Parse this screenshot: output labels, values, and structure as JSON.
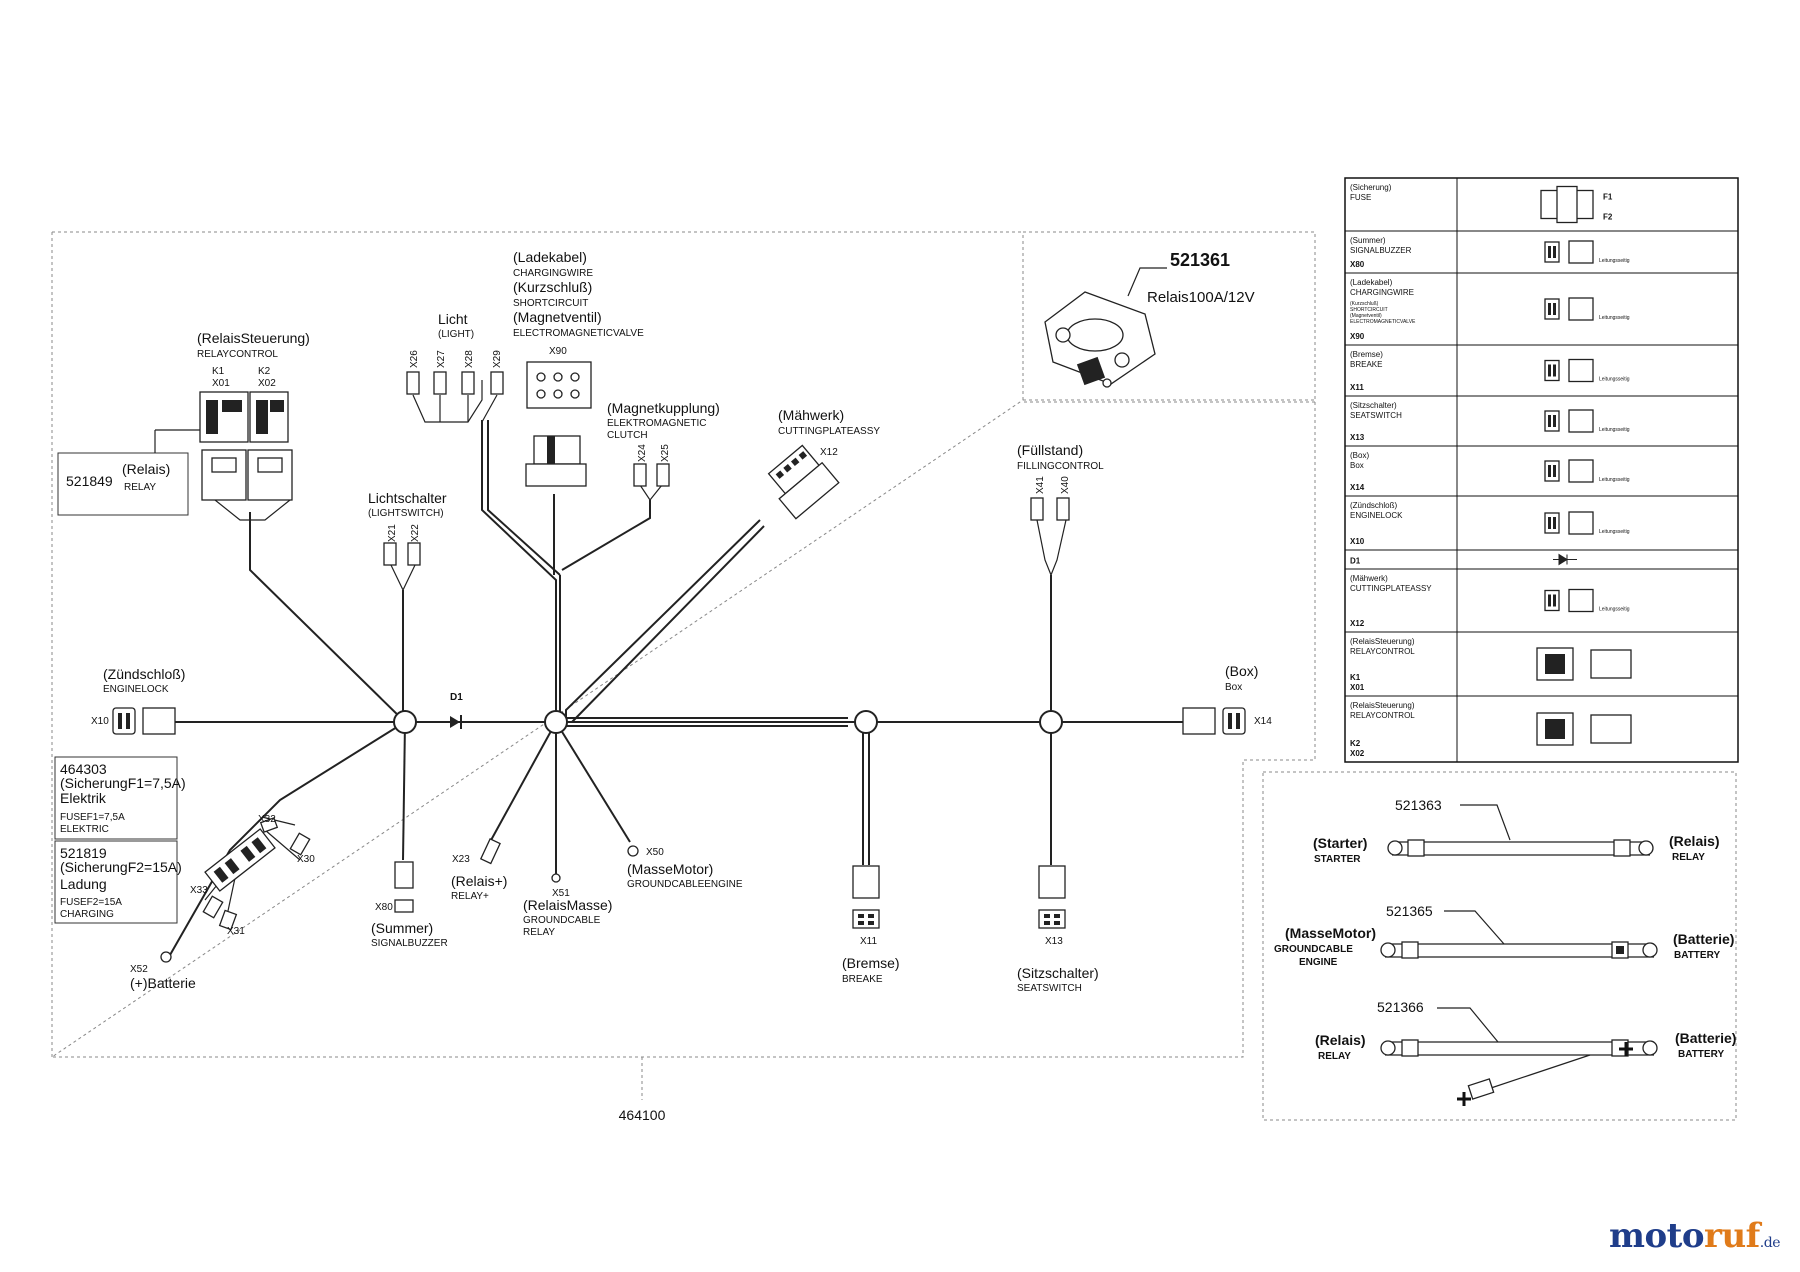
{
  "assembly_number": "464100",
  "connectors": {
    "relay_control": {
      "title": "(RelaisSteuerung)",
      "subtitle": "RELAYCONTROL",
      "k1": "K1",
      "x01": "X01",
      "k2": "K2",
      "x02": "X02"
    },
    "relay_part": {
      "number": "521849",
      "title": "(Relais)",
      "subtitle": "RELAY"
    },
    "light": {
      "title": "Licht",
      "subtitle": "(LIGHT)",
      "x26": "X26",
      "x27": "X27",
      "x28": "X28",
      "x29": "X29"
    },
    "charge": {
      "line1": "(Ladekabel)",
      "line1_en": "CHARGINGWIRE",
      "line2": "(Kurzschluß)",
      "line2_en": "SHORTCIRCUIT",
      "line3": "(Magnetventil)",
      "line3_en": "ELECTROMAGNETICVALVE",
      "id": "X90"
    },
    "clutch": {
      "title": "(Magnetkupplung)",
      "subtitle1": "ELEKTROMAGNETIC",
      "subtitle2": "CLUTCH",
      "x24": "X24",
      "x25": "X25"
    },
    "cutting": {
      "title": "(Mähwerk)",
      "subtitle": "CUTTINGPLATEASSY",
      "id": "X12"
    },
    "lightswitch": {
      "title": "Lichtschalter",
      "subtitle": "(LIGHTSWITCH)",
      "x21": "X21",
      "x22": "X22"
    },
    "filling": {
      "title": "(Füllstand)",
      "subtitle": "FILLINGCONTROL",
      "x41": "X41",
      "x40": "X40"
    },
    "enginelock": {
      "title": "(Zündschloß)",
      "subtitle": "ENGINELOCK",
      "id": "X10"
    },
    "diode": {
      "id": "D1"
    },
    "box": {
      "title": "(Box)",
      "subtitle": "Box",
      "id": "X14"
    },
    "fuse1": {
      "number": "464303",
      "line1": "(SicherungF1=7,5A)",
      "line2": "Elektrik",
      "line3": "FUSEF1=7,5A",
      "line4": "ELEKTRIC"
    },
    "fuse2": {
      "number": "521819",
      "line1": "(SicherungF2=15A)",
      "line2": "Ladung",
      "line3": "FUSEF2=15A",
      "line4": "CHARGING"
    },
    "fuse_ids": {
      "x32": "X32",
      "x30": "X30",
      "x33": "X33",
      "x31": "X31"
    },
    "battery": {
      "id": "X52",
      "title": "(+)Batterie"
    },
    "buzzer": {
      "id": "X80",
      "title": "(Summer)",
      "subtitle": "SIGNALBUZZER"
    },
    "relay_plus": {
      "id": "X23",
      "title": "(Relais+)",
      "subtitle": "RELAY+"
    },
    "relay_ground": {
      "id": "X51",
      "title": "(RelaisMasse)",
      "subtitle1": "GROUNDCABLE",
      "subtitle2": "RELAY"
    },
    "engine_ground": {
      "id": "X50",
      "title": "(MasseMotor)",
      "subtitle": "GROUNDCABLEENGINE"
    },
    "brake": {
      "id": "X11",
      "title": "(Bremse)",
      "subtitle": "BREAKE"
    },
    "seat": {
      "id": "X13",
      "title": "(Sitzschalter)",
      "subtitle": "SEATSWITCH"
    }
  },
  "relay_inset": {
    "number": "521361",
    "label": "Relais100A/12V"
  },
  "cables": [
    {
      "number": "521363",
      "left_de": "(Starter)",
      "left_en": "STARTER",
      "right_de": "(Relais)",
      "right_en": "RELAY"
    },
    {
      "number": "521365",
      "left_de": "(MasseMotor)",
      "left_en1": "GROUNDCABLE",
      "left_en2": "ENGINE",
      "right_de": "(Batterie)",
      "right_en": "BATTERY"
    },
    {
      "number": "521366",
      "left_de": "(Relais)",
      "left_en": "RELAY",
      "right_de": "(Batterie)",
      "right_en": "BATTERY"
    }
  ],
  "legend": [
    {
      "de": "(Sicherung)",
      "en": "FUSE",
      "code": "",
      "pins_a": "F1",
      "pins_b": "F2"
    },
    {
      "de": "(Summer)",
      "en": "SIGNALBUZZER",
      "code": "X80",
      "note": "Leitungsseitig"
    },
    {
      "de": "(Ladekabel)",
      "en": "CHARGINGWIRE",
      "de2": "(Kurzschluß)",
      "en2": "SHORTCIRCUIT",
      "de3": "(Magnetventil)",
      "en3": "ELECTROMAGNETICVALVE",
      "code": "X90",
      "note": "Leitungsseitig"
    },
    {
      "de": "(Bremse)",
      "en": "BREAKE",
      "code": "X11",
      "note": "Leitungsseitig"
    },
    {
      "de": "(Sitzschalter)",
      "en": "SEATSWITCH",
      "code": "X13",
      "note": "Leitungsseitig"
    },
    {
      "de": "(Box)",
      "en": "Box",
      "code": "X14",
      "note": "Leitungsseitig"
    },
    {
      "de": "(Zündschloß)",
      "en": "ENGINELOCK",
      "code": "X10",
      "note": "Leitungsseitig"
    },
    {
      "de": "",
      "en": "",
      "code": "D1"
    },
    {
      "de": "(Mähwerk)",
      "en": "CUTTINGPLATEASSY",
      "code": "X12",
      "note": "Leitungsseitig"
    },
    {
      "de": "(RelaisSteuerung)",
      "en": "RELAYCONTROL",
      "code": "K1",
      "code2": "X01"
    },
    {
      "de": "(RelaisSteuerung)",
      "en": "RELAYCONTROL",
      "code": "K2",
      "code2": "X02"
    }
  ],
  "logo": {
    "part1": "moto",
    "part2": "ruf",
    "tld": ".de"
  }
}
